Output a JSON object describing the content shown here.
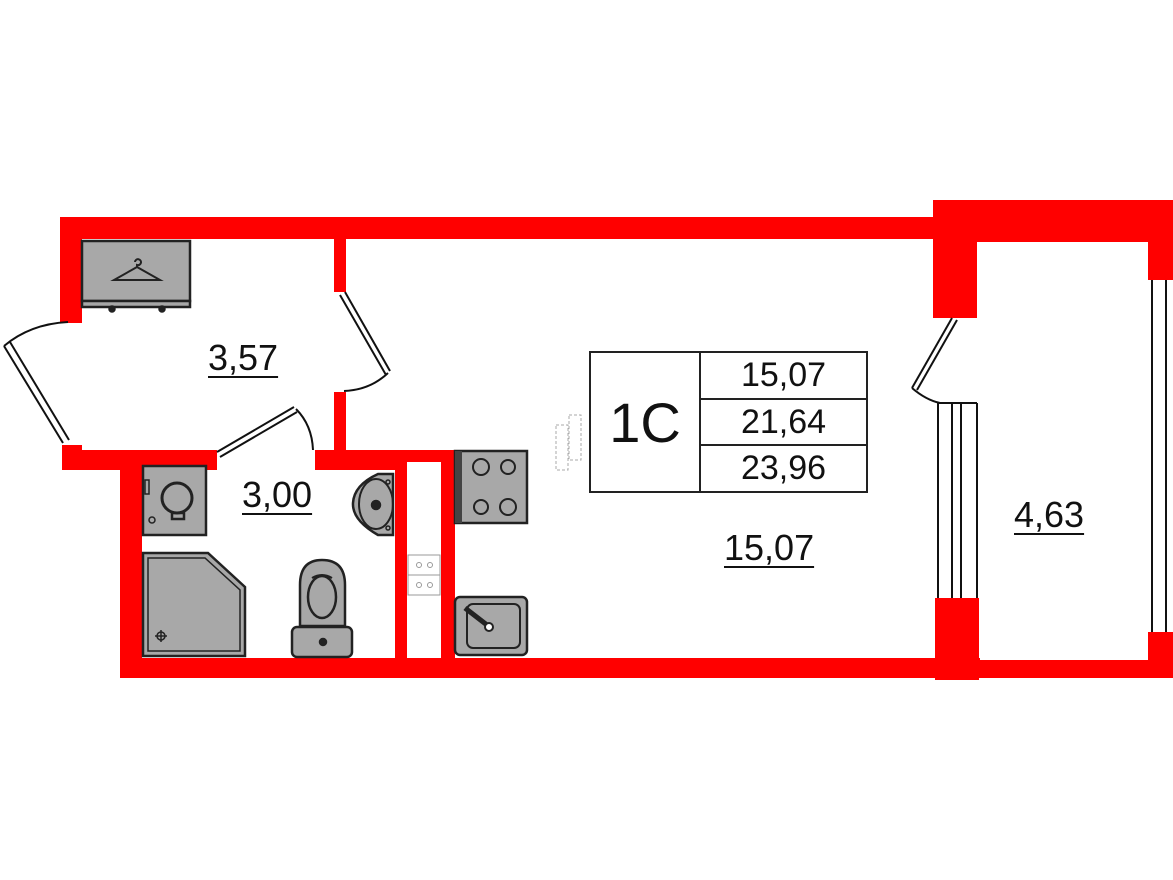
{
  "plan": {
    "apartment_type": "1С",
    "summary": {
      "living_area": "15,07",
      "total_area": "21,64",
      "total_area_with_balcony": "23,96"
    },
    "rooms": [
      {
        "id": "hallway",
        "area": "3,57"
      },
      {
        "id": "bathroom",
        "area": "3,00"
      },
      {
        "id": "studio",
        "area": "15,07"
      },
      {
        "id": "balcony",
        "area": "4,63"
      }
    ],
    "fixtures": [
      "wardrobe-hanger",
      "washing-machine",
      "washbasin",
      "shower-tray",
      "toilet",
      "ventilation-shaft",
      "cooktop",
      "kitchen-sink",
      "entrance-door",
      "balcony-door",
      "window"
    ]
  },
  "colors": {
    "wall": "#ff0000",
    "fixture_fill": "#a8a8a8",
    "outline": "#222222",
    "background": "#ffffff"
  }
}
